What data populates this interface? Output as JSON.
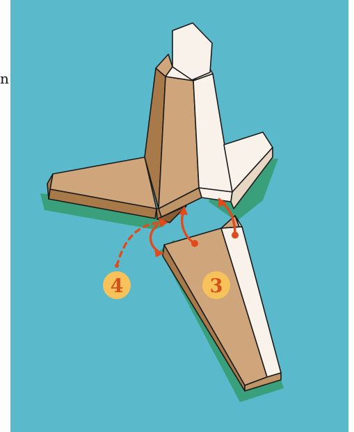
{
  "edge_text": "n",
  "steps": [
    {
      "number": "4",
      "style": "dashed"
    },
    {
      "number": "3",
      "style": "solid"
    }
  ],
  "colors": {
    "background": "#5bb9cc",
    "shadow": "#3aa07c",
    "tan": "#cfa67c",
    "tan_dark": "#a87a4a",
    "tan_mid": "#bf9466",
    "cream": "#f8f2ea",
    "cream_shade": "#e7d7c3",
    "arrow": "#e2491b",
    "badge": "#f7c25a",
    "badge_text": "#d4511e",
    "outline": "#1a1a1a"
  }
}
